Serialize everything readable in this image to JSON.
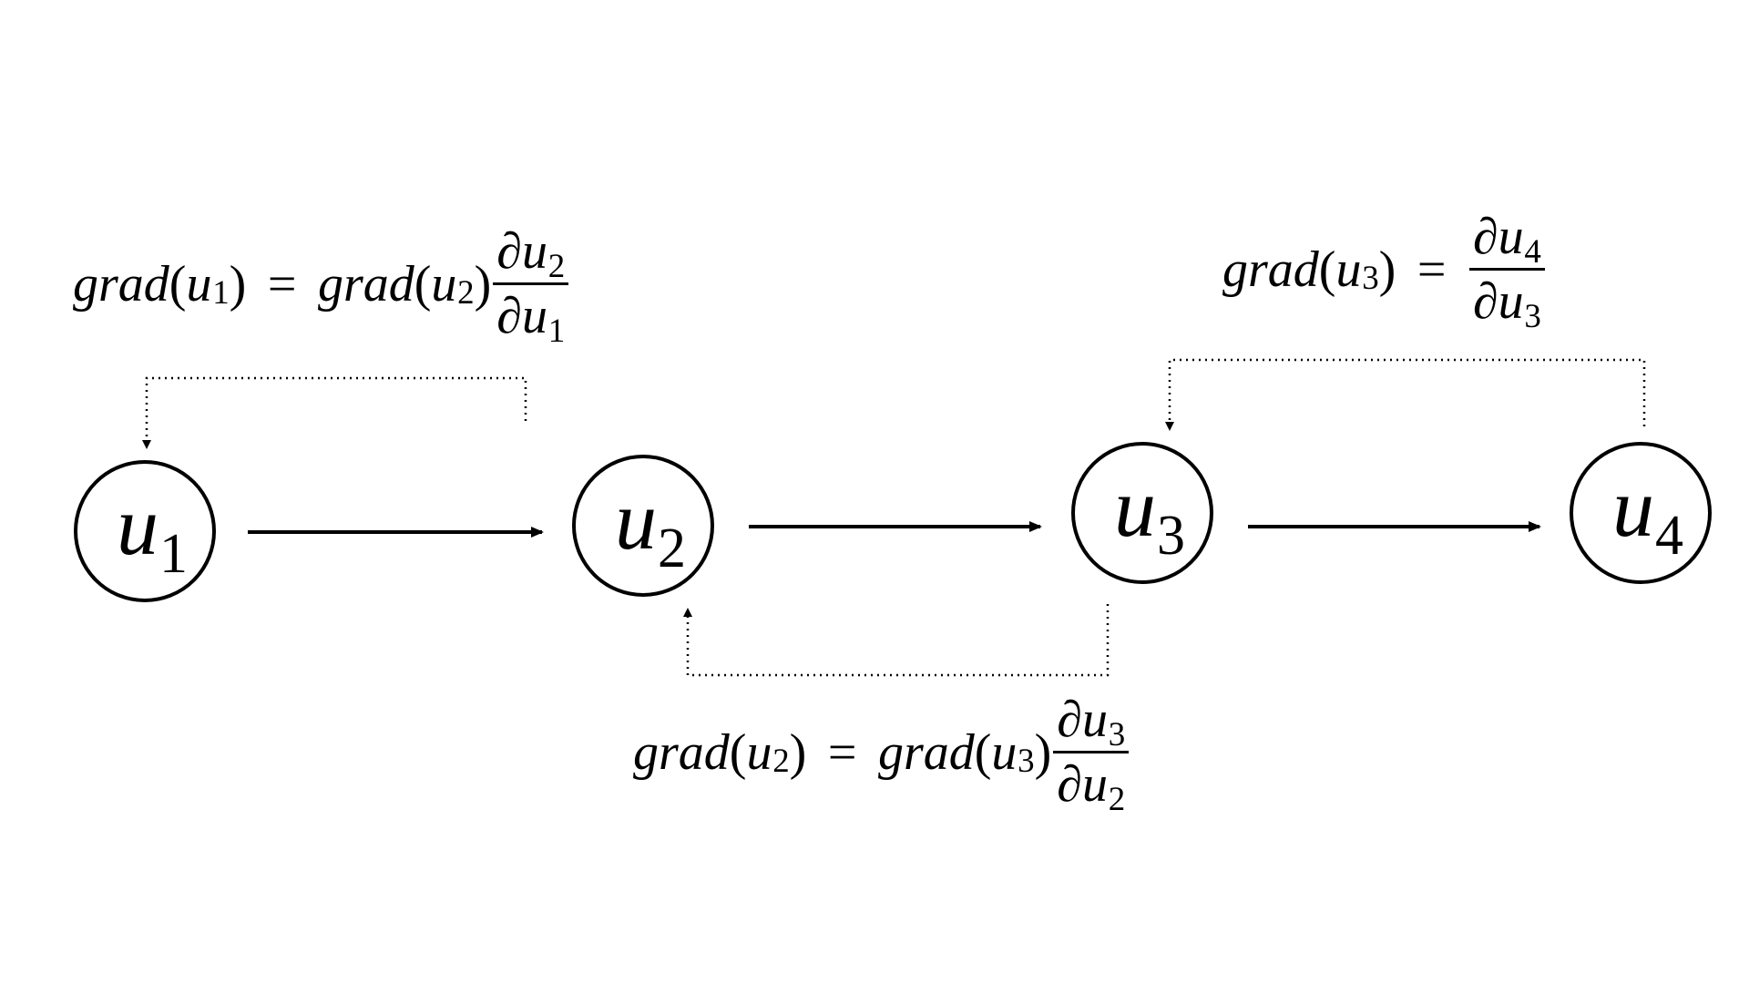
{
  "nodes": [
    {
      "id": "u1",
      "var": "u",
      "sub": "1"
    },
    {
      "id": "u2",
      "var": "u",
      "sub": "2"
    },
    {
      "id": "u3",
      "var": "u",
      "sub": "3"
    },
    {
      "id": "u4",
      "var": "u",
      "sub": "4"
    }
  ],
  "edges": [
    {
      "from": "u1",
      "to": "u2",
      "style": "solid-arrow"
    },
    {
      "from": "u2",
      "to": "u3",
      "style": "solid-arrow"
    },
    {
      "from": "u3",
      "to": "u4",
      "style": "solid-arrow"
    }
  ],
  "back_edges": [
    {
      "from": "u2",
      "to": "u1",
      "style": "dotted-arrow"
    },
    {
      "from": "u3",
      "to": "u2",
      "style": "dotted-arrow"
    },
    {
      "from": "u4",
      "to": "u3",
      "style": "dotted-arrow"
    }
  ],
  "equations": {
    "eq1": {
      "lhs_fn": "grad",
      "lhs_arg": "u",
      "lhs_sub": "1",
      "equals": "=",
      "rhs_fn": "grad",
      "rhs_arg": "u",
      "rhs_sub": "2",
      "frac_num": "∂u",
      "frac_num_sub": "2",
      "frac_den": "∂u",
      "frac_den_sub": "1"
    },
    "eq2": {
      "lhs_fn": "grad",
      "lhs_arg": "u",
      "lhs_sub": "2",
      "equals": "=",
      "rhs_fn": "grad",
      "rhs_arg": "u",
      "rhs_sub": "3",
      "frac_num": "∂u",
      "frac_num_sub": "3",
      "frac_den": "∂u",
      "frac_den_sub": "2"
    },
    "eq3": {
      "lhs_fn": "grad",
      "lhs_arg": "u",
      "lhs_sub": "3",
      "equals": "=",
      "frac_num": "∂u",
      "frac_num_sub": "4",
      "frac_den": "∂u",
      "frac_den_sub": "3"
    }
  },
  "colors": {
    "stroke": "#000000",
    "background": "#ffffff"
  }
}
